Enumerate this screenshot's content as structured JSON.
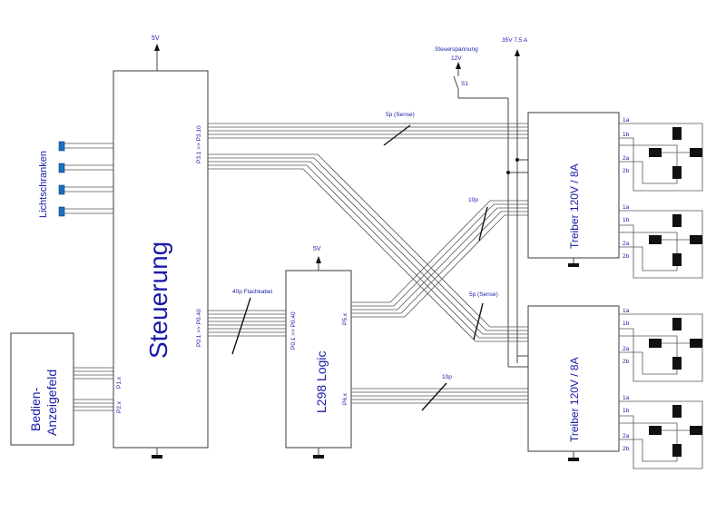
{
  "power": {
    "steuerung_5v": "5V",
    "l298_5v": "5V",
    "motor_supply": "35V 7,5 A",
    "control_voltage_label": "Steuerspannung",
    "control_voltage": "12V",
    "switch_label": "S1"
  },
  "blocks": {
    "steuerung": "Steuerung",
    "l298": "L298 Logic",
    "bedien_line1": "Bedien-",
    "bedien_line2": "Anzeigefeld",
    "lichtschranken": "Lichtschranken",
    "treiber_top": "Treiber 120V / 8A",
    "treiber_bottom": "Treiber 120V / 8A"
  },
  "ports": {
    "p3": "P3.1 >> P3.10",
    "p0_left": "P0.1 >> P0.40",
    "p0_right": "P0.1 >> P0.40",
    "p1": "P1.x",
    "p2": "P2.x",
    "p5": "P5.x",
    "p6": "P6.x"
  },
  "buses": {
    "sense_top": "5p (Sense)",
    "bus10_top": "10p",
    "flachkabel": "40p Flachkabel",
    "sense_bottom": "5p (Sense)",
    "bus10_bottom": "10p"
  },
  "driver_pins": [
    "1a",
    "1b",
    "2a",
    "2b"
  ]
}
